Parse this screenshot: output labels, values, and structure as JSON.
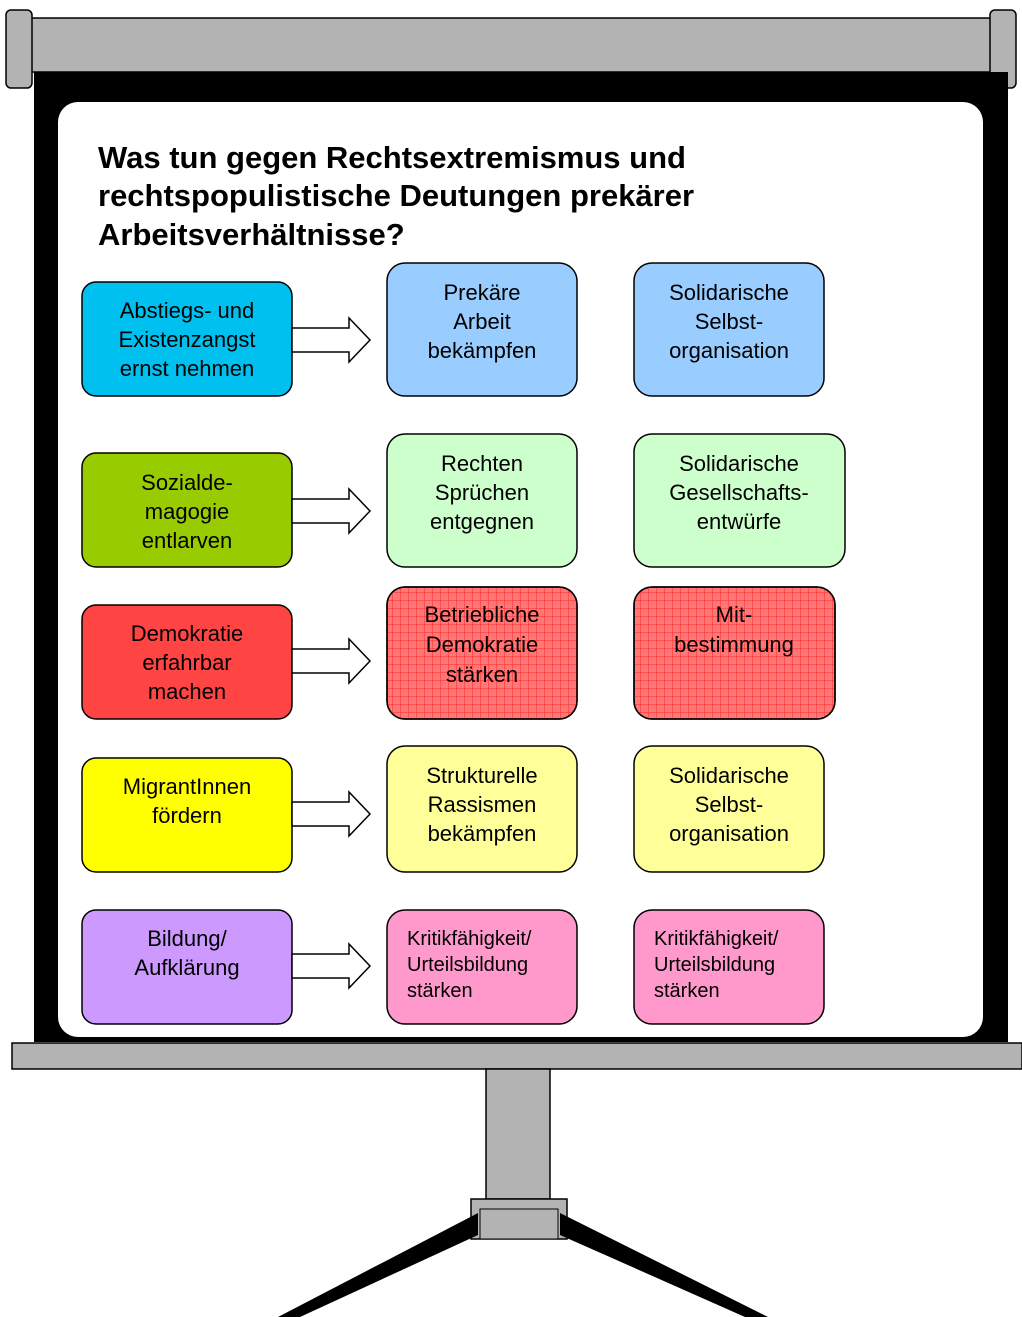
{
  "title": {
    "lines": [
      "Was tun gegen Rechtsextremismus und",
      "rechtspopulistische Deutungen prekärer",
      "Arbeitsverhältnisse?"
    ]
  },
  "colors": {
    "row1_left": "#00c0f0",
    "row1_right": "#99ccff",
    "row2_left": "#99cc00",
    "row2_right": "#ccffcc",
    "row3_left": "#ff4444",
    "row3_right": "#ff7777",
    "row3_grid": "#ff2a2a",
    "row4": "#ffff00",
    "row4_right": "#ffff99",
    "row5_left": "#cc99ff",
    "row5_right": "#ff99cc",
    "screen_frame": "#000000",
    "stand_gray": "#b3b3b3"
  },
  "rows": [
    {
      "left": [
        "Abstiegs- und",
        "Existenzangst",
        "ernst nehmen"
      ],
      "middle": [
        "Prekäre",
        "Arbeit",
        "bekämpfen"
      ],
      "right": [
        "Solidarische",
        "Selbst-",
        "organisation"
      ]
    },
    {
      "left": [
        "Sozialde-",
        "magogie",
        "entlarven"
      ],
      "middle": [
        "Rechten",
        "Sprüchen",
        "entgegnen"
      ],
      "right": [
        "Solidarische",
        "Gesellschafts-",
        "entwürfe"
      ]
    },
    {
      "left": [
        "Demokratie",
        "erfahrbar",
        "machen"
      ],
      "middle": [
        "Betriebliche",
        "Demokratie",
        "stärken"
      ],
      "right": [
        "Mit-",
        "bestimmung"
      ]
    },
    {
      "left": [
        "MigrantInnen",
        "fördern"
      ],
      "middle": [
        "Strukturelle",
        "Rassismen",
        "bekämpfen"
      ],
      "right": [
        "Solidarische",
        "Selbst-",
        "organisation"
      ]
    },
    {
      "left": [
        "Bildung/",
        "Aufklärung"
      ],
      "middle": [
        "Kritikfähigkeit/",
        "Urteilsbildung",
        "stärken"
      ],
      "right": [
        "Kritikfähigkeit/",
        "Urteilsbildung",
        "stärken"
      ]
    }
  ]
}
